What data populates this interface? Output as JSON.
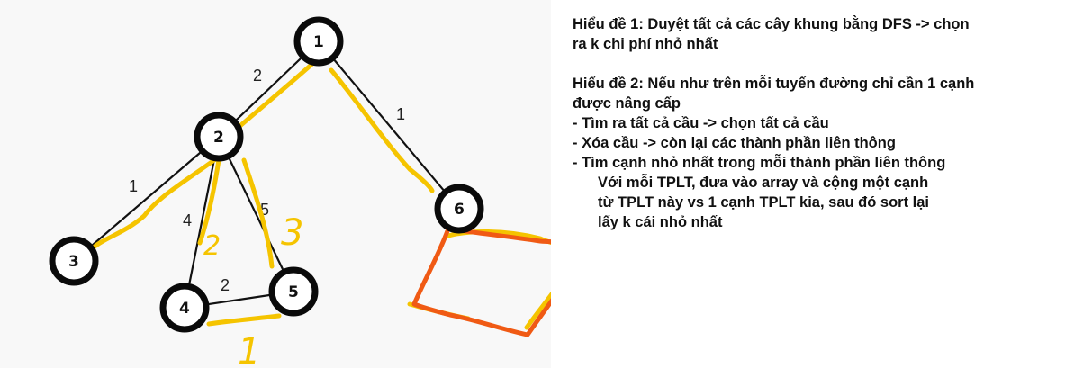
{
  "graph": {
    "nodes": [
      {
        "id": "1",
        "label": "1"
      },
      {
        "id": "2",
        "label": "2"
      },
      {
        "id": "3",
        "label": "3"
      },
      {
        "id": "4",
        "label": "4"
      },
      {
        "id": "5",
        "label": "5"
      },
      {
        "id": "6",
        "label": "6"
      }
    ],
    "edges": [
      {
        "from": "1",
        "to": "2",
        "weight": "2"
      },
      {
        "from": "1",
        "to": "6",
        "weight": "1"
      },
      {
        "from": "2",
        "to": "3",
        "weight": "1"
      },
      {
        "from": "2",
        "to": "4",
        "weight": "4"
      },
      {
        "from": "2",
        "to": "5",
        "weight": "5"
      },
      {
        "from": "4",
        "to": "5",
        "weight": "2"
      }
    ],
    "handwritten_numbers": [
      "2",
      "3",
      "1"
    ],
    "highlight_colors": {
      "yellow": "#f5c400",
      "orange": "#f05a14"
    }
  },
  "notes": {
    "line1": "Hiểu đề 1: Duyệt tất cả các cây khung bằng DFS -> chọn",
    "line2": "ra k chi phí nhỏ nhất",
    "line3": "Hiểu đề 2: Nếu như trên mỗi tuyến đường chỉ cần 1 cạnh",
    "line4": "được nâng cấp",
    "line5": "- Tìm ra tất cả cầu -> chọn tất cả cầu",
    "line6": "- Xóa cầu -> còn lại các thành phần liên thông",
    "line7": "- Tìm cạnh nhỏ nhất trong mỗi thành phần liên thông",
    "line8": "Với mỗi TPLT, đưa vào array và cộng một cạnh",
    "line9": "từ TPLT này vs 1 cạnh TPLT kia, sau đó sort lại",
    "line10": "lấy k cái nhỏ nhất"
  }
}
